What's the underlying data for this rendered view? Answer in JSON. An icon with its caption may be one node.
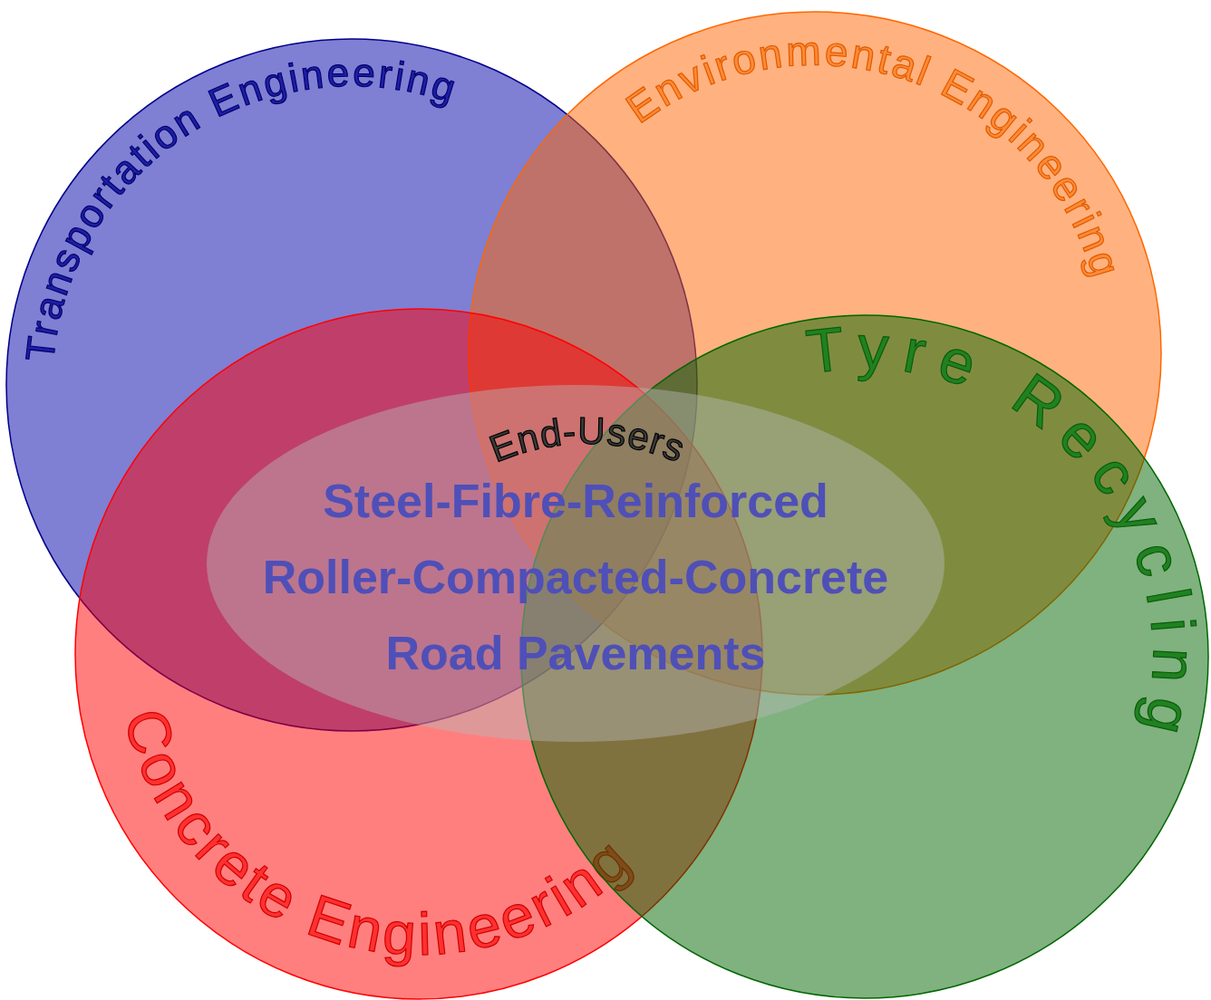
{
  "diagram": {
    "nodes": [
      {
        "text": [
          "Transportation Engineering"
        ]
      },
      {
        "text": [
          "Environmental Engineering"
        ]
      },
      {
        "text": [
          "Tyre Recycling"
        ]
      },
      {
        "text": [
          "Concrete Engineering"
        ]
      },
      {
        "text": [
          "End-Users",
          "Steel-Fibre-Reinforced Roller-Compacted-Concrete Road Pavements"
        ]
      }
    ]
  }
}
